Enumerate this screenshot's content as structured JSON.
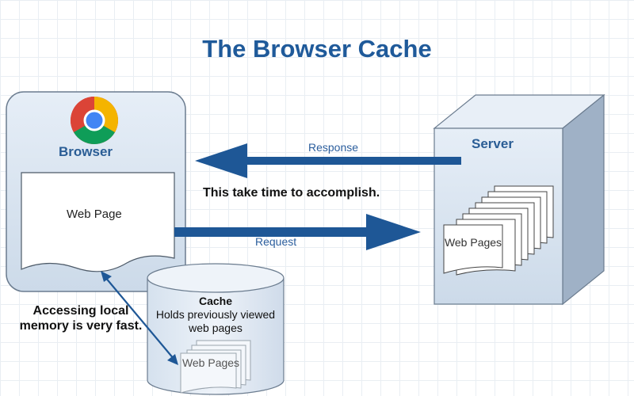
{
  "title": "The Browser Cache",
  "browser": {
    "label": "Browser",
    "web_page_label": "Web Page",
    "icon": "chrome-logo-icon"
  },
  "server": {
    "label": "Server",
    "pages_label": "Web Pages"
  },
  "arrows": {
    "response_label": "Response",
    "request_label": "Request",
    "time_note": "This take time to accomplish."
  },
  "cache": {
    "title": "Cache",
    "description": "Holds previously viewed web pages",
    "pages_label": "Web Pages"
  },
  "fast_note": "Accessing local memory is very fast.",
  "colors": {
    "title": "#1f5a9a",
    "arrow": "#1e5796",
    "box_fill": "#dbe5f0",
    "box_stroke": "#6b7c8f"
  }
}
